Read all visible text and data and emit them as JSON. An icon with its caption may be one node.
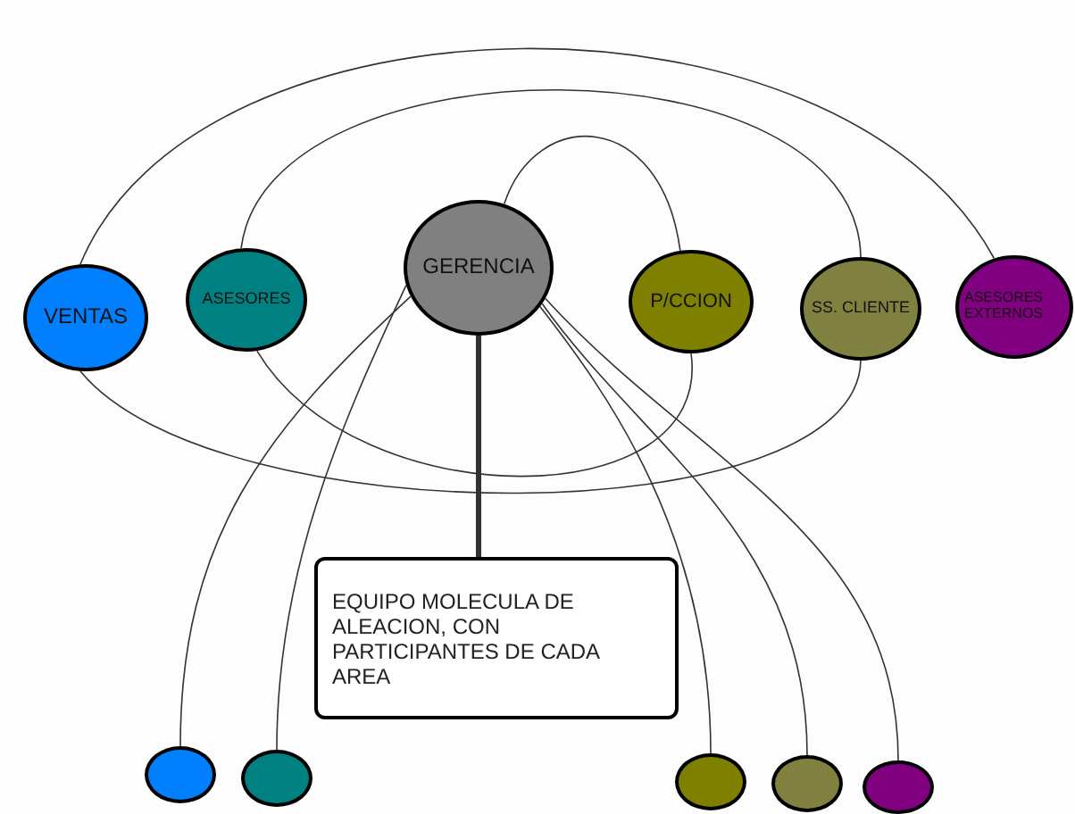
{
  "diagram": {
    "nodes": [
      {
        "text": [
          "VENTAS"
        ]
      },
      {
        "text": [
          "ASESORES"
        ]
      },
      {
        "text": [
          "GERENCIA"
        ]
      },
      {
        "text": [
          "P/CCION"
        ]
      },
      {
        "text": [
          "SS. CLIENTE"
        ]
      },
      {
        "text": [
          "ASESORES EXTERNOS"
        ]
      },
      {
        "text": [
          "EQUIPO MOLECULA DE ALEACION, CON PARTICIPANTES DE CADA AREA"
        ]
      },
      {
        "text": [],
        "shape": "circle"
      },
      {
        "text": [],
        "shape": "circle"
      },
      {
        "text": [],
        "shape": "circle"
      },
      {
        "text": [],
        "shape": "circle"
      },
      {
        "text": [],
        "shape": "circle"
      }
    ],
    "edges": [
      {
        "from": 0,
        "to": 5,
        "arrow": "none"
      },
      {
        "from": 1,
        "to": 4,
        "arrow": "none"
      },
      {
        "from": 2,
        "to": 3,
        "arrow": "none"
      },
      {
        "from": 0,
        "to": 4,
        "arrow": "none"
      },
      {
        "from": 1,
        "to": 3,
        "arrow": "none"
      },
      {
        "from": 2,
        "to": 6,
        "arrow": "none",
        "style": "thick"
      },
      {
        "from": 2,
        "to": 7,
        "arrow": "none"
      },
      {
        "from": 2,
        "to": 8,
        "arrow": "none"
      },
      {
        "from": 2,
        "to": 9,
        "arrow": "none"
      },
      {
        "from": 2,
        "to": 10,
        "arrow": "none"
      },
      {
        "from": 2,
        "to": 11,
        "arrow": "none"
      }
    ]
  }
}
